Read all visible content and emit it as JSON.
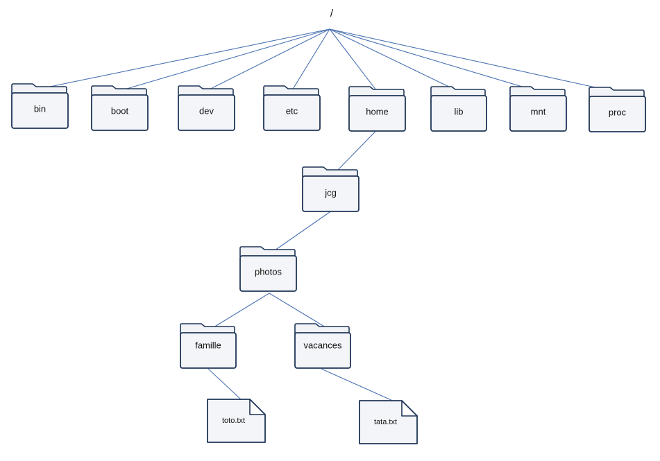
{
  "tree": {
    "root": {
      "label": "/"
    },
    "top_level": [
      {
        "id": "bin",
        "label": "bin"
      },
      {
        "id": "boot",
        "label": "boot"
      },
      {
        "id": "dev",
        "label": "dev"
      },
      {
        "id": "etc",
        "label": "etc"
      },
      {
        "id": "home",
        "label": "home"
      },
      {
        "id": "lib",
        "label": "lib"
      },
      {
        "id": "mnt",
        "label": "mnt"
      },
      {
        "id": "proc",
        "label": "proc"
      }
    ],
    "user": {
      "id": "jcg",
      "label": "jcg"
    },
    "photos": {
      "id": "photos",
      "label": "photos"
    },
    "subfolders": [
      {
        "id": "famille",
        "label": "famille"
      },
      {
        "id": "vacances",
        "label": "vacances"
      }
    ],
    "files": [
      {
        "id": "toto",
        "label": "toto.txt"
      },
      {
        "id": "tata",
        "label": "tata.txt"
      }
    ]
  },
  "colors": {
    "connector": "#4a72b2",
    "outline": "#1f3557",
    "fill": "#f4f5f8"
  }
}
